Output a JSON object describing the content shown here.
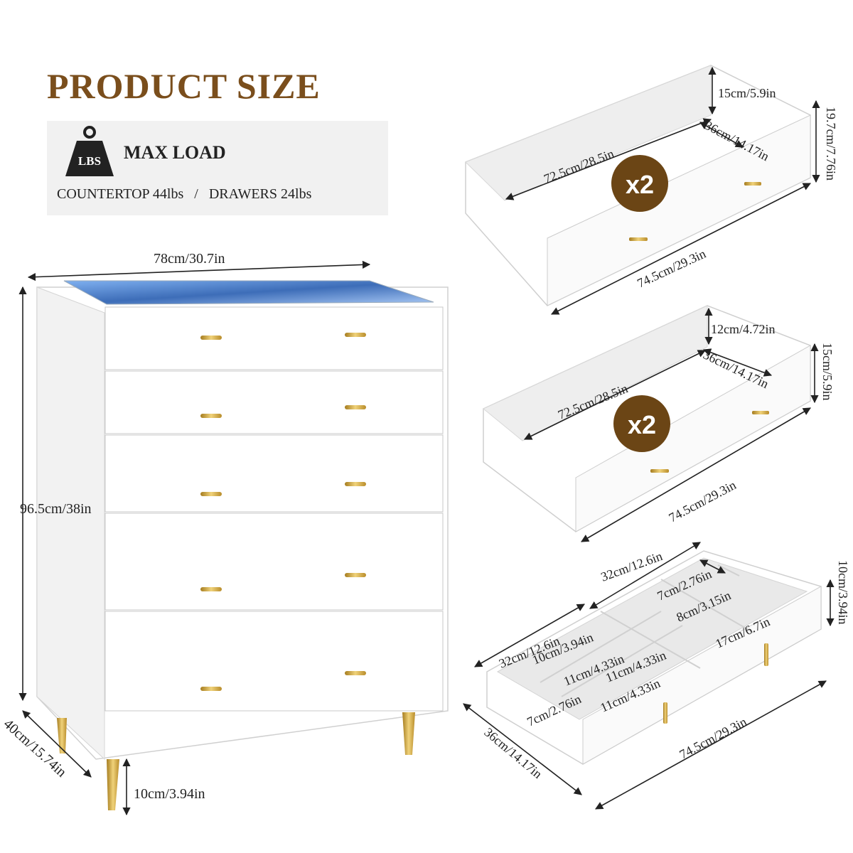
{
  "title": "PRODUCT SIZE",
  "max_load": {
    "icon_text": "LBS",
    "heading": "MAX LOAD",
    "countertop": "COUNTERTOP 44lbs",
    "separator": "/",
    "drawers": "DRAWERS 24lbs"
  },
  "colors": {
    "title": "#7a4e1c",
    "badge": "#6b4515",
    "gold": "#c9a13b",
    "cabinet": "#ffffff",
    "led": "#5b8fd8"
  },
  "icons": [
    "weight-icon"
  ],
  "dresser": {
    "width": "78cm/30.7in",
    "height": "96.5cm/38in",
    "depth": "40cm/15.74in",
    "leg_height": "10cm/3.94in"
  },
  "drawer_top": {
    "quantity": "x2",
    "inner_depth": "15cm/5.9in",
    "inner_width": "36cm/14.17in",
    "inner_length": "72.5cm/28.5in",
    "outer_height": "19.7cm/7.76in",
    "outer_length": "74.5cm/29.3in"
  },
  "drawer_middle": {
    "quantity": "x2",
    "inner_depth": "12cm/4.72in",
    "inner_width": "36cm/14.17in",
    "inner_length": "72.5cm/28.5in",
    "outer_height": "15cm/5.9in",
    "outer_length": "74.5cm/29.3in"
  },
  "drawer_bottom": {
    "back_length": "32cm/12.6in",
    "front_length": "32cm/12.6in",
    "comp_a": "7cm/2.76in",
    "comp_b": "8cm/3.15in",
    "comp_c": "17cm/6.7in",
    "comp_d": "10cm/3.94in",
    "comp_e": "11cm/4.33in",
    "comp_f": "11cm/4.33in",
    "comp_g": "11cm/4.33in",
    "comp_h": "7cm/2.76in",
    "outer_height": "10cm/3.94in",
    "outer_length": "74.5cm/29.3in",
    "outer_width": "36cm/14.17in"
  }
}
